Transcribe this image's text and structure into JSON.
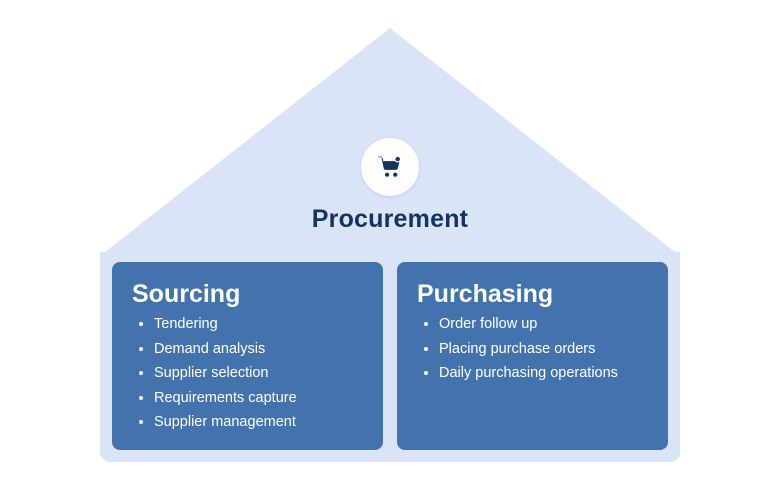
{
  "diagram": {
    "title": "Procurement",
    "icon": "shopping-cart-icon",
    "colors": {
      "roof": "#d9e4f7",
      "base": "#d9e4f7",
      "card": "#4273ac",
      "title_text": "#14335f",
      "card_text": "#ffffff",
      "icon_badge_bg": "#fdfdfd",
      "icon_color": "#14335f"
    },
    "cards": [
      {
        "heading": "Sourcing",
        "items": [
          "Tendering",
          "Demand analysis",
          "Supplier selection",
          "Requirements capture",
          "Supplier management"
        ]
      },
      {
        "heading": "Purchasing",
        "items": [
          "Order follow up",
          "Placing purchase orders",
          "Daily purchasing operations"
        ]
      }
    ]
  }
}
